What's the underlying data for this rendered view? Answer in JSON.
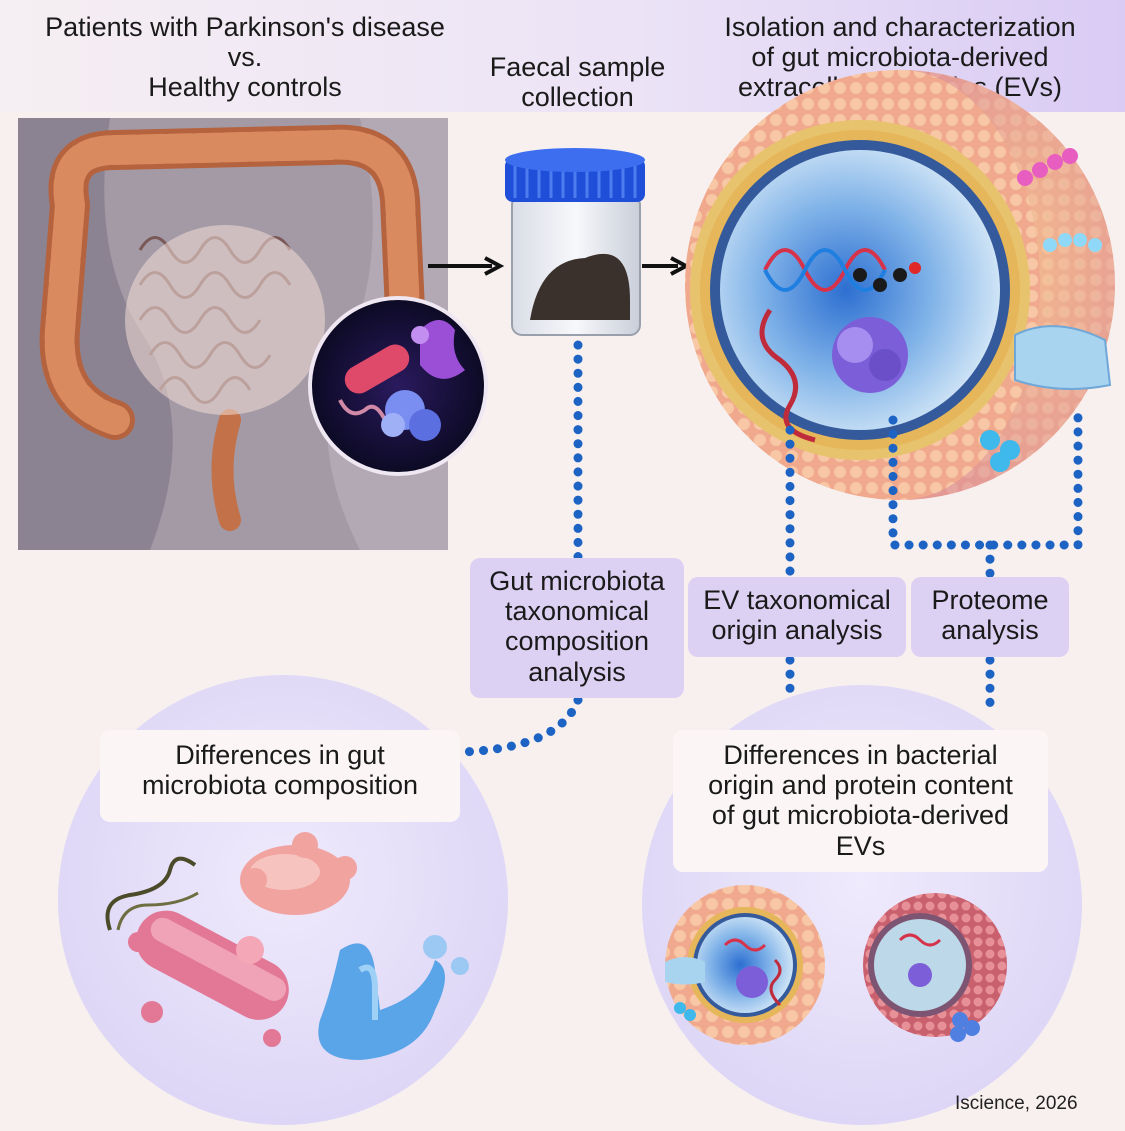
{
  "header": {
    "left_line1": "Patients with Parkinson's disease",
    "left_line2": "vs.",
    "left_line3": "Healthy controls",
    "mid_line1": "Faecal sample",
    "mid_line2": "collection",
    "right_line1": "Isolation and characterization",
    "right_line2": "of gut microbiota-derived",
    "right_line3": "extracellular vesicles (EVs)"
  },
  "analysis_boxes": {
    "gut": [
      "Gut microbiota",
      "taxonomical",
      "composition",
      "analysis"
    ],
    "ev_origin": [
      "EV taxonomical",
      "origin analysis"
    ],
    "proteome": [
      "Proteome",
      "analysis"
    ]
  },
  "results": {
    "left": [
      "Differences in gut",
      "microbiota composition"
    ],
    "right": [
      "Differences in bacterial",
      "origin and protein content",
      "of gut microbiota-derived",
      "EVs"
    ]
  },
  "credit": "Iscience, 2026",
  "colors": {
    "background": "#f7f0ef",
    "header_band": "#e3d6f7",
    "box_fill": "#dcd0f3",
    "dotted_line": "#1d63c4",
    "circle_fill": "#e6e0f8",
    "jar_lid": "#1f4fd8"
  }
}
